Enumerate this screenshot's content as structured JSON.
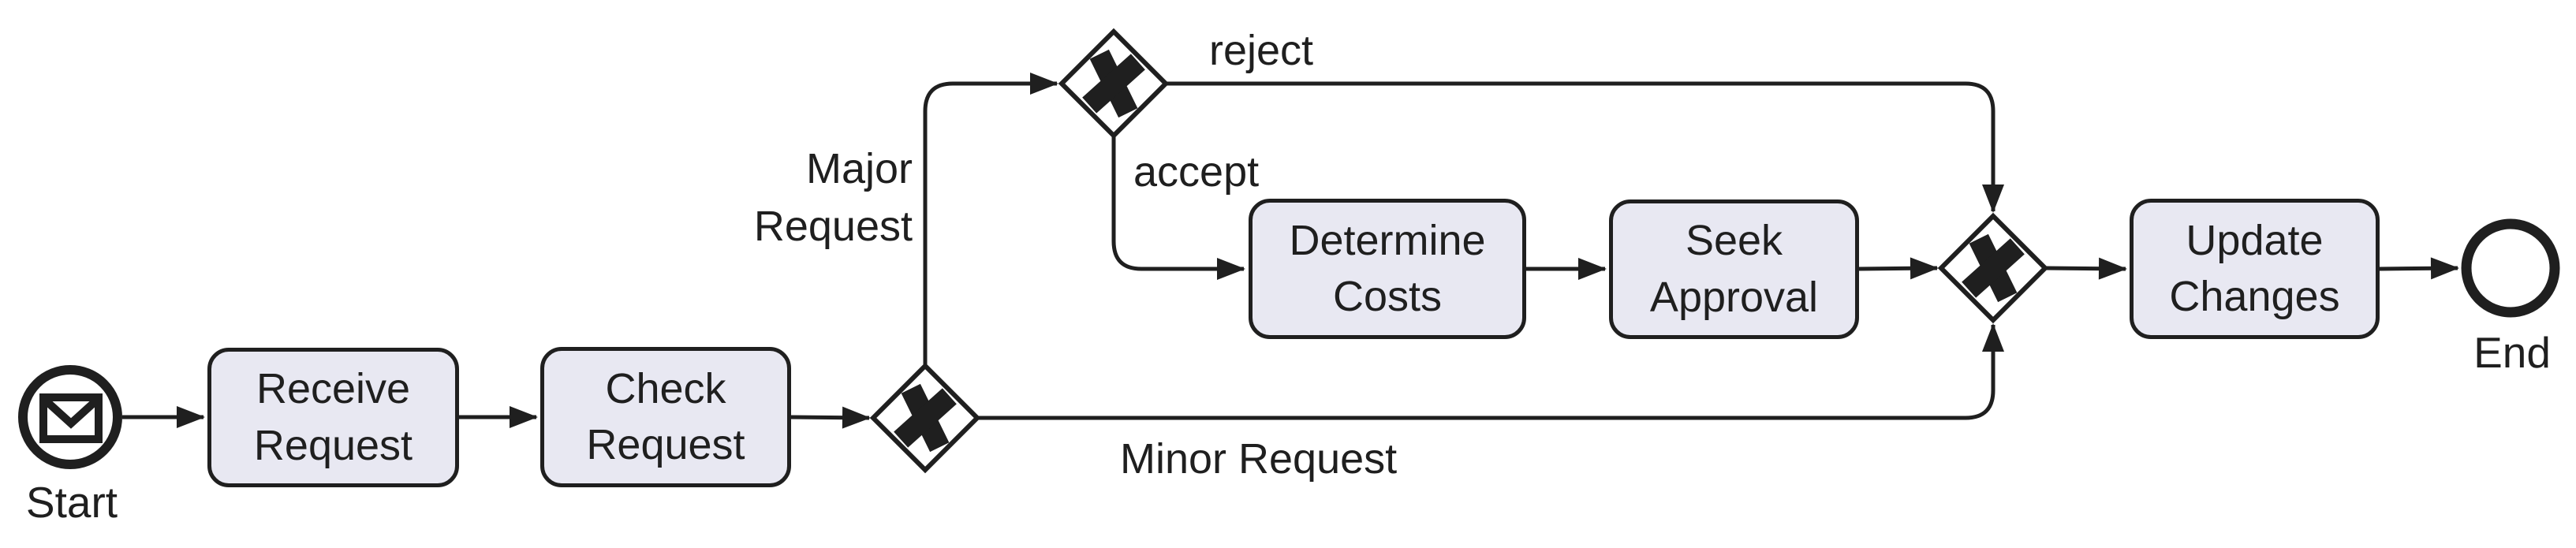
{
  "diagram_type": "BPMN process diagram",
  "colors": {
    "ink": "#1f1f1f",
    "task_fill": "#e8e8f2",
    "background": "#ffffff"
  },
  "nodes": {
    "start_event": {
      "type": "start-event",
      "label": "Start",
      "icon": "envelope-message-icon"
    },
    "receive_request": {
      "type": "task",
      "label": "Receive Request"
    },
    "check_request": {
      "type": "task",
      "label": "Check Request"
    },
    "gateway_request_type": {
      "type": "exclusive-xor-gateway",
      "symbol": "X"
    },
    "gateway_accept_reject": {
      "type": "exclusive-xor-gateway",
      "symbol": "X"
    },
    "determine_costs": {
      "type": "task",
      "label": "Determine Costs"
    },
    "seek_approval": {
      "type": "task",
      "label": "Seek Approval"
    },
    "gateway_merge": {
      "type": "exclusive-xor-gateway",
      "symbol": "X"
    },
    "update_changes": {
      "type": "task",
      "label": "Update Changes"
    },
    "end_event": {
      "type": "end-event",
      "label": "End"
    }
  },
  "edge_labels": {
    "major_request": "Major Request",
    "minor_request": "Minor Request",
    "accept": "accept",
    "reject": "reject"
  }
}
